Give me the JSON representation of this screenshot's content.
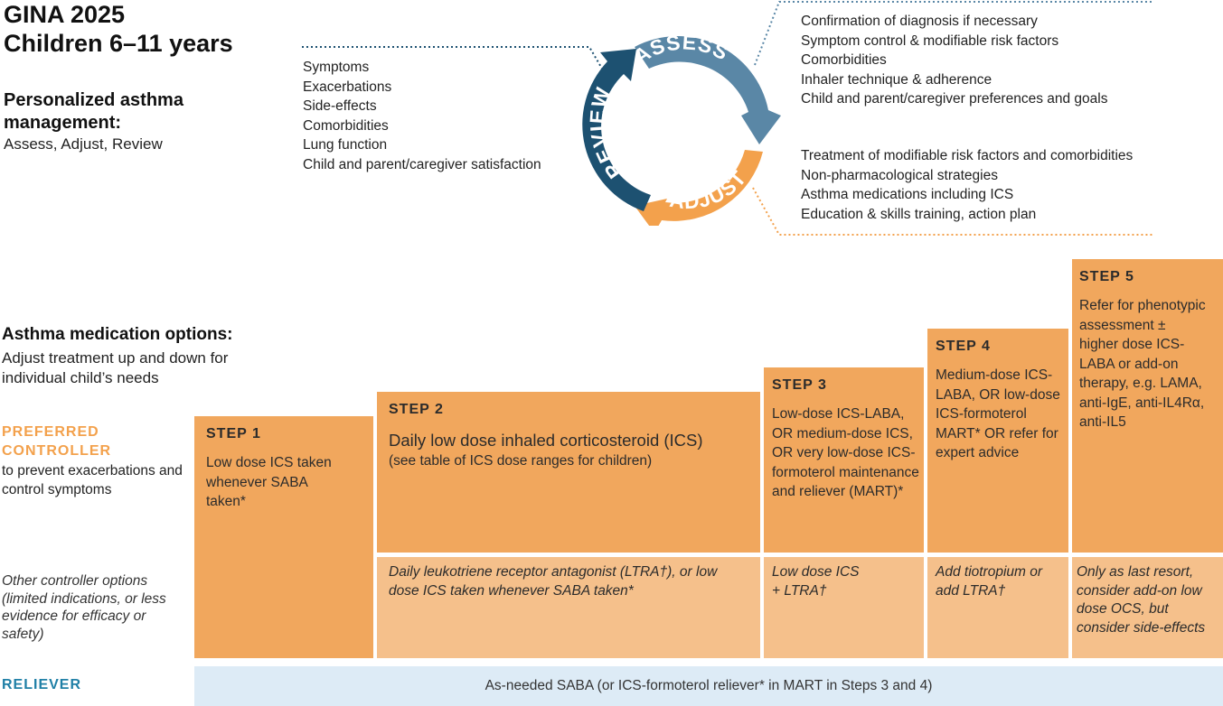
{
  "title": "GINA 2025\nChildren 6–11 years",
  "management": {
    "heading": "Personalized asthma management:",
    "subheading": "Assess, Adjust, Review"
  },
  "cycle": {
    "assess": "ASSESS",
    "adjust": "ADJUST",
    "review": "REVIEW",
    "colors": {
      "assess": "#5A87A6",
      "adjust": "#F3A14C",
      "review": "#1D5171"
    }
  },
  "review_items": [
    "Symptoms",
    "Exacerbations",
    "Side-effects",
    "Comorbidities",
    "Lung function",
    "Child and parent/caregiver satisfaction"
  ],
  "assess_items": [
    "Confirmation of diagnosis if necessary",
    "Symptom control & modifiable risk factors",
    "Comorbidities",
    "Inhaler technique & adherence",
    "Child and parent/caregiver preferences and goals"
  ],
  "adjust_items": [
    "Treatment of modifiable risk factors and comorbidities",
    "Non-pharmacological strategies",
    "Asthma medications including ICS",
    "Education & skills training, action plan"
  ],
  "medication": {
    "heading": "Asthma medication options:",
    "subheading": "Adjust treatment up and down for individual child’s needs"
  },
  "preferred": {
    "label": "PREFERRED CONTROLLER",
    "sub": "to prevent exacerbations and control symptoms"
  },
  "other_options": "Other controller options (limited indications, or less evidence for efficacy or safety)",
  "reliever_label": "RELIEVER",
  "reliever_text": "As-needed SABA (or ICS-formoterol reliever* in MART in Steps 3 and 4)",
  "steps": [
    {
      "label": "STEP 1",
      "preferred": "Low dose ICS taken whenever SABA taken*",
      "other": ""
    },
    {
      "label": "STEP 2",
      "preferred": "Daily low dose inhaled corticosteroid (ICS)",
      "preferred_note": "(see table of ICS dose ranges for children)",
      "other": "Daily leukotriene receptor antagonist (LTRA†), or low dose ICS taken whenever SABA taken*"
    },
    {
      "label": "STEP 3",
      "preferred": "Low-dose ICS-LABA, OR medium-dose ICS, OR very low-dose ICS-formoterol maintenance and reliever (MART)*",
      "other": "Low dose ICS + LTRA†"
    },
    {
      "label": "STEP 4",
      "preferred": "Medium-dose ICS-LABA, OR low-dose ICS-formoterol MART* OR refer for expert advice",
      "other": "Add tiotropium or add LTRA†"
    },
    {
      "label": "STEP 5",
      "preferred": "Refer for phenotypic assessment ± higher dose ICS-LABA or add-on therapy, e.g. LAMA, anti-IgE, anti-IL4Rα, anti-IL5",
      "other": "Only as last resort, consider add-on low dose OCS, but consider side-effects"
    }
  ],
  "colors": {
    "step_preferred": "#F1A75D",
    "step_other": "#F5C08B",
    "reliever_bg": "#DDEBF6",
    "preferred_label": "#F3A14C",
    "reliever_label": "#1F7FA6"
  }
}
